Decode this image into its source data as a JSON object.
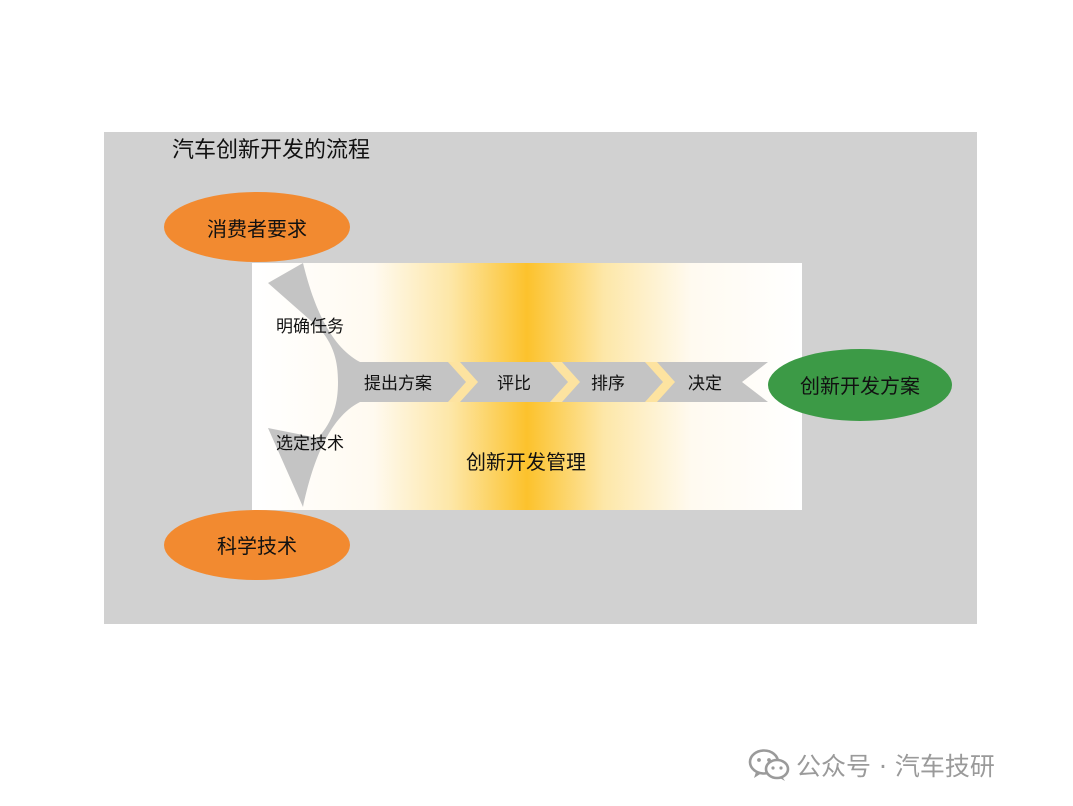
{
  "diagram": {
    "title": "汽车创新开发的流程",
    "inputs": {
      "consumer": "消费者要求",
      "science": "科学技术"
    },
    "branch_labels": {
      "upper": "明确任务",
      "lower": "选定技术"
    },
    "steps": [
      "提出方案",
      "评比",
      "排序",
      "决定"
    ],
    "output": "创新开发方案",
    "management": "创新开发管理",
    "colors": {
      "panel": "#d1d1d1",
      "orange": "#f28a30",
      "green": "#3c9a46",
      "gradient_center": "#fcc22c",
      "arrow": "#c4c4c4",
      "text": "#111111"
    }
  },
  "watermark": {
    "text": "公众号 · 汽车技研",
    "icon": "wechat-icon"
  }
}
